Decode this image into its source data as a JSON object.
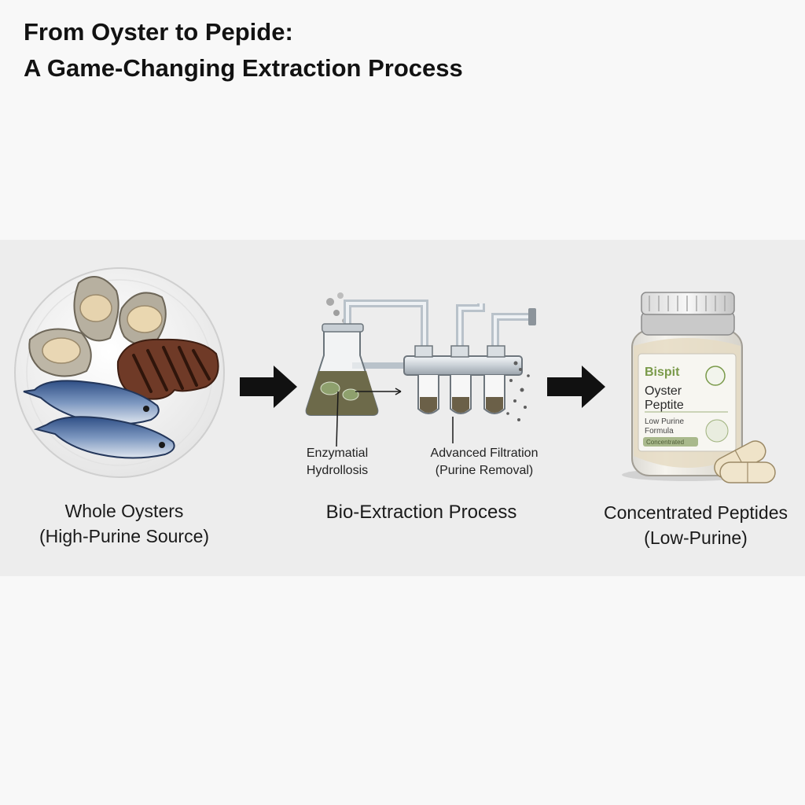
{
  "title": {
    "line1": "From Oyster to Pepide:",
    "line2": "A Game-Changing Extraction Process"
  },
  "stages": [
    {
      "line1": "Whole Oysters",
      "line2": "(High-Purine Source)"
    },
    {
      "line1": "Bio-Extraction Process",
      "line2": ""
    },
    {
      "line1": "Concentrated Peptides",
      "line2": "(Low-Purine)"
    }
  ],
  "process_steps": [
    {
      "line1": "Enzymatial",
      "line2": "Hydrollosis"
    },
    {
      "line1": "Advanced Filtration",
      "line2": "(Purine Removal)"
    }
  ],
  "jar": {
    "brand": "Bispit",
    "product_line1": "Oyster",
    "product_line2": "Peptite",
    "desc_line1": "Low Purine",
    "desc_line2": "Formula",
    "strip": "Concentrated"
  },
  "colors": {
    "band": "#ededed",
    "arrow": "#111111",
    "jar_accent": "#7a9a4a"
  },
  "icons": [
    "oyster-icon",
    "steak-icon",
    "sardine-icon",
    "flask-icon",
    "test-tube-icon",
    "supplement-jar-icon",
    "capsule-icon"
  ]
}
